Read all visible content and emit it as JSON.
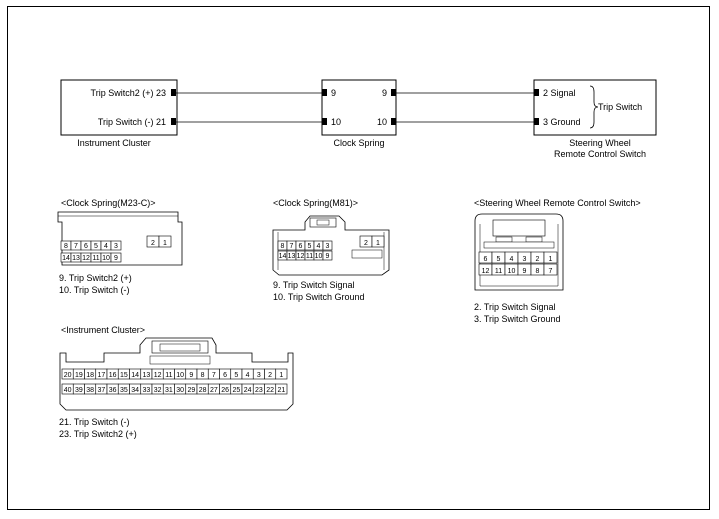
{
  "wiring": {
    "instrument_cluster": {
      "label": "Instrument Cluster",
      "pin_a": "Trip Switch2 (+) 23",
      "pin_b": "Trip Switch (-) 21"
    },
    "clock_spring": {
      "label": "Clock Spring",
      "left_a": "9",
      "left_b": "10",
      "right_a": "9",
      "right_b": "10"
    },
    "steering_switch": {
      "label_line1": "Steering Wheel",
      "label_line2": "Remote Control Switch",
      "pin_a": "2 Signal",
      "pin_b": "3 Ground",
      "group_label": "Trip Switch"
    }
  },
  "connectors": {
    "clock_spring_m23c": {
      "title": "<Clock Spring(M23-C)>",
      "row1": [
        "8",
        "7",
        "6",
        "5",
        "4",
        "3"
      ],
      "row2": [
        "14",
        "13",
        "12",
        "11",
        "10",
        "9"
      ],
      "side": [
        "2",
        "1"
      ],
      "notes": [
        "9. Trip Switch2 (+)",
        "10. Trip Switch (-)"
      ]
    },
    "clock_spring_m81": {
      "title": "<Clock Spring(M81)>",
      "row1": [
        "8",
        "7",
        "6",
        "5",
        "4",
        "3"
      ],
      "row2": [
        "14",
        "13",
        "12",
        "11",
        "10",
        "9"
      ],
      "side": [
        "2",
        "1"
      ],
      "notes": [
        "9. Trip Switch Signal",
        "10. Trip Switch Ground"
      ]
    },
    "steering_switch": {
      "title": "<Steering Wheel Remote Control Switch>",
      "row1": [
        "6",
        "5",
        "4",
        "3",
        "2",
        "1"
      ],
      "row2": [
        "12",
        "11",
        "10",
        "9",
        "8",
        "7"
      ],
      "notes": [
        "2. Trip Switch Signal",
        "3. Trip Switch Ground"
      ]
    },
    "instrument_cluster": {
      "title": "<Instrument Cluster>",
      "row1": [
        "20",
        "19",
        "18",
        "17",
        "16",
        "15",
        "14",
        "13",
        "12",
        "11",
        "10",
        "9",
        "8",
        "7",
        "6",
        "5",
        "4",
        "3",
        "2",
        "1"
      ],
      "row2": [
        "40",
        "39",
        "38",
        "37",
        "36",
        "35",
        "34",
        "33",
        "32",
        "31",
        "30",
        "29",
        "28",
        "27",
        "26",
        "25",
        "24",
        "23",
        "22",
        "21"
      ],
      "notes": [
        "21. Trip Switch (-)",
        "23. Trip Switch2 (+)"
      ]
    }
  }
}
